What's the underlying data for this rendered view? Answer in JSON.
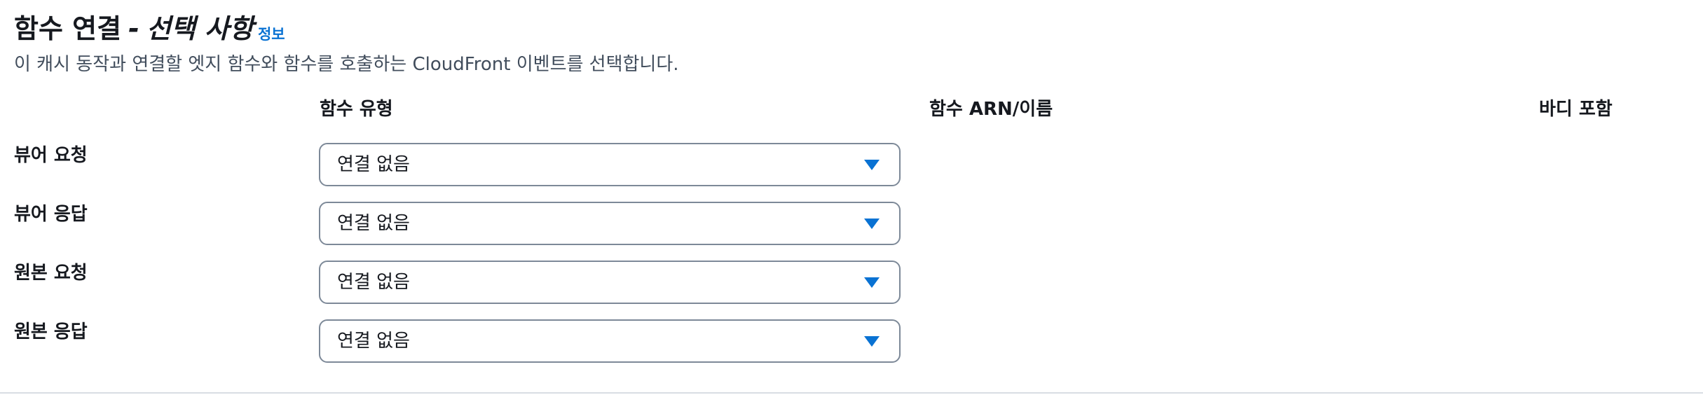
{
  "header": {
    "title": "함수 연결",
    "separator": "-",
    "optional": "선택 사항",
    "info_link": "정보",
    "description": "이 캐시 동작과 연결할 엣지 함수와 함수를 호출하는 CloudFront 이벤트를 선택합니다."
  },
  "columns": {
    "function_type": "함수 유형",
    "function_arn": "함수 ARN/이름",
    "include_body": "바디 포함"
  },
  "rows": [
    {
      "label": "뷰어 요청",
      "select_value": "연결 없음"
    },
    {
      "label": "뷰어 응답",
      "select_value": "연결 없음"
    },
    {
      "label": "원본 요청",
      "select_value": "연결 없음"
    },
    {
      "label": "원본 응답",
      "select_value": "연결 없음"
    }
  ],
  "colors": {
    "accent": "#0972d3",
    "text": "#16191f",
    "border": "#7d8998"
  },
  "icons": {
    "select_caret": "caret-down-icon"
  }
}
